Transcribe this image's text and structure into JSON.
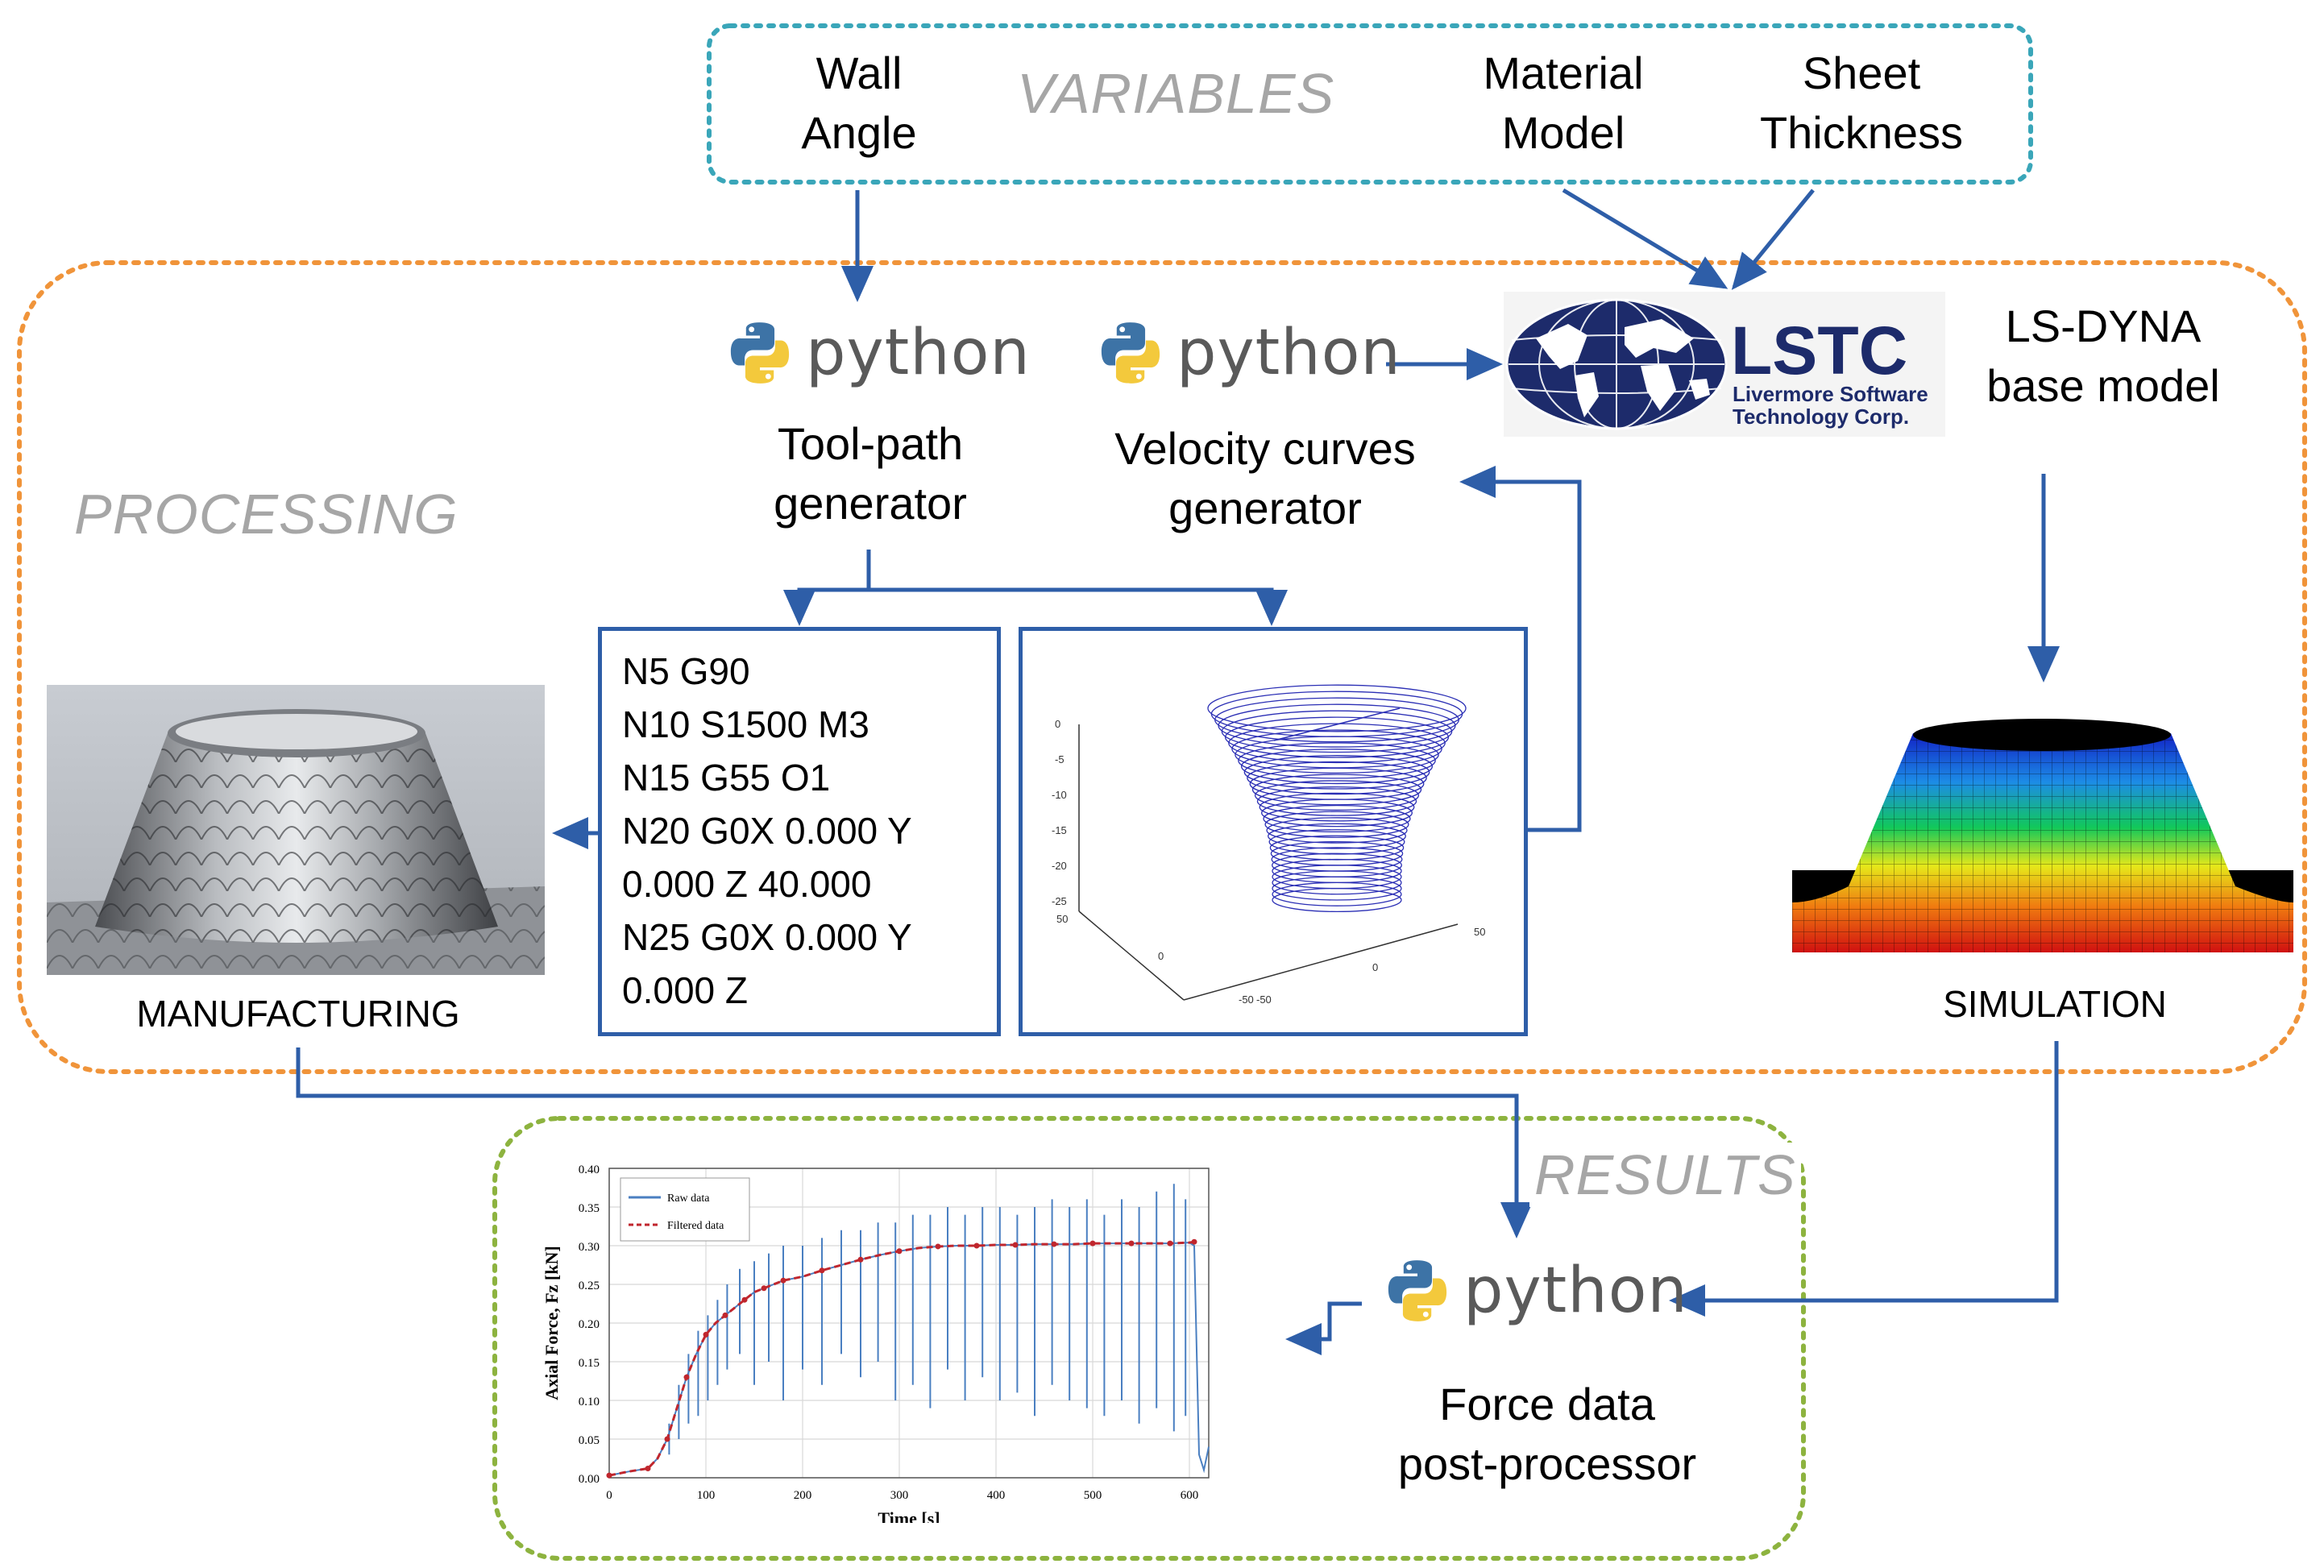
{
  "sections": {
    "variables": "VARIABLES",
    "processing": "PROCESSING",
    "results": "RESULTS"
  },
  "variables": {
    "wall_angle": [
      "Wall",
      "Angle"
    ],
    "material_model": [
      "Material",
      "Model"
    ],
    "sheet_thickness": [
      "Sheet",
      "Thickness"
    ]
  },
  "python_logo_text": "python",
  "toolpath_label": [
    "Tool-path",
    "generator"
  ],
  "velocity_label": [
    "Velocity curves",
    "generator"
  ],
  "lstc": {
    "name": "LSTC",
    "line1": "Livermore Software",
    "line2": "Technology Corp."
  },
  "lsdyna_label": [
    "LS-DYNA",
    "base  model"
  ],
  "gcode_lines": [
    "N5 G90",
    "N10 S1500 M3",
    "N15 G55 O1",
    "N20 G0X  0.000 Y",
    "0.000 Z 40.000",
    "N25 G0X  0.000 Y",
    "0.000 Z"
  ],
  "toolpath_plot": {
    "z_ticks": [
      "0",
      "-5",
      "-10",
      "-15",
      "-20",
      "-25"
    ],
    "y_ticks": [
      "50",
      "0",
      "-50"
    ],
    "x_ticks": [
      "-50",
      "0",
      "50"
    ]
  },
  "manufacturing_label": "MANUFACTURING",
  "simulation_label": "SIMULATION",
  "force_label": [
    "Force data",
    "post-processor"
  ],
  "colors": {
    "variables_border": "#3aa6b9",
    "processing_border": "#f0943a",
    "results_border": "#8db33f",
    "arrow": "#2e5ea8",
    "python_blue": "#3d73a6",
    "python_yellow": "#f3c93c"
  },
  "chart_data": {
    "type": "line",
    "xlabel": "Time  [s]",
    "ylabel": "Axial Force, Fz  [kN]",
    "xlim": [
      0,
      620
    ],
    "ylim": [
      0,
      0.4
    ],
    "x_ticks": [
      0,
      100,
      200,
      300,
      400,
      500,
      600
    ],
    "y_ticks": [
      0.0,
      0.05,
      0.1,
      0.15,
      0.2,
      0.25,
      0.3,
      0.35,
      0.4
    ],
    "y_tick_labels": [
      "0.00",
      "0.05",
      "0.10",
      "0.15",
      "0.20",
      "0.25",
      "0.30",
      "0.35",
      "0.40"
    ],
    "grid": true,
    "legend_position": "top-left",
    "series": [
      {
        "name": "Raw data",
        "style": "solid",
        "color": "#4a7fc1",
        "x": [
          0,
          20,
          40,
          50,
          60,
          70,
          80,
          90,
          100,
          110,
          120,
          130,
          140,
          150,
          160,
          170,
          180,
          200,
          220,
          240,
          260,
          280,
          300,
          320,
          340,
          360,
          380,
          400,
          420,
          440,
          460,
          480,
          500,
          520,
          540,
          560,
          580,
          600,
          605,
          610,
          615,
          620
        ],
        "y": [
          0.003,
          0.008,
          0.012,
          0.025,
          0.05,
          0.09,
          0.13,
          0.16,
          0.185,
          0.2,
          0.21,
          0.22,
          0.23,
          0.24,
          0.245,
          0.25,
          0.255,
          0.26,
          0.268,
          0.275,
          0.282,
          0.288,
          0.293,
          0.297,
          0.299,
          0.3,
          0.3,
          0.301,
          0.301,
          0.302,
          0.302,
          0.302,
          0.303,
          0.303,
          0.303,
          0.303,
          0.303,
          0.304,
          0.3,
          0.03,
          0.01,
          0.04
        ]
      },
      {
        "name": "Filtered data",
        "style": "dashed",
        "color": "#c0262d",
        "x": [
          0,
          20,
          40,
          50,
          60,
          70,
          80,
          90,
          100,
          110,
          120,
          130,
          140,
          150,
          160,
          170,
          180,
          200,
          220,
          240,
          260,
          280,
          300,
          320,
          340,
          360,
          380,
          400,
          420,
          440,
          460,
          480,
          500,
          520,
          540,
          560,
          580,
          600,
          605
        ],
        "y": [
          0.003,
          0.008,
          0.012,
          0.025,
          0.05,
          0.09,
          0.13,
          0.16,
          0.185,
          0.2,
          0.21,
          0.22,
          0.23,
          0.24,
          0.245,
          0.25,
          0.255,
          0.26,
          0.268,
          0.275,
          0.282,
          0.288,
          0.293,
          0.297,
          0.299,
          0.3,
          0.3,
          0.301,
          0.301,
          0.302,
          0.302,
          0.302,
          0.303,
          0.303,
          0.303,
          0.303,
          0.303,
          0.304,
          0.305
        ]
      }
    ],
    "spikes": {
      "x": [
        62,
        72,
        82,
        92,
        102,
        112,
        122,
        135,
        150,
        165,
        180,
        200,
        220,
        240,
        260,
        278,
        296,
        314,
        332,
        350,
        368,
        386,
        404,
        422,
        440,
        458,
        476,
        494,
        512,
        530,
        548,
        566,
        584,
        596
      ],
      "y_high": [
        0.07,
        0.12,
        0.16,
        0.19,
        0.21,
        0.23,
        0.25,
        0.27,
        0.28,
        0.29,
        0.3,
        0.3,
        0.31,
        0.32,
        0.32,
        0.33,
        0.33,
        0.34,
        0.34,
        0.35,
        0.34,
        0.35,
        0.35,
        0.34,
        0.35,
        0.36,
        0.35,
        0.36,
        0.34,
        0.36,
        0.35,
        0.37,
        0.38,
        0.36
      ],
      "y_low": [
        0.03,
        0.05,
        0.07,
        0.08,
        0.1,
        0.12,
        0.14,
        0.16,
        0.12,
        0.15,
        0.1,
        0.14,
        0.12,
        0.16,
        0.13,
        0.15,
        0.1,
        0.12,
        0.09,
        0.14,
        0.1,
        0.13,
        0.1,
        0.11,
        0.08,
        0.12,
        0.1,
        0.09,
        0.08,
        0.1,
        0.07,
        0.09,
        0.06,
        0.08
      ]
    }
  }
}
